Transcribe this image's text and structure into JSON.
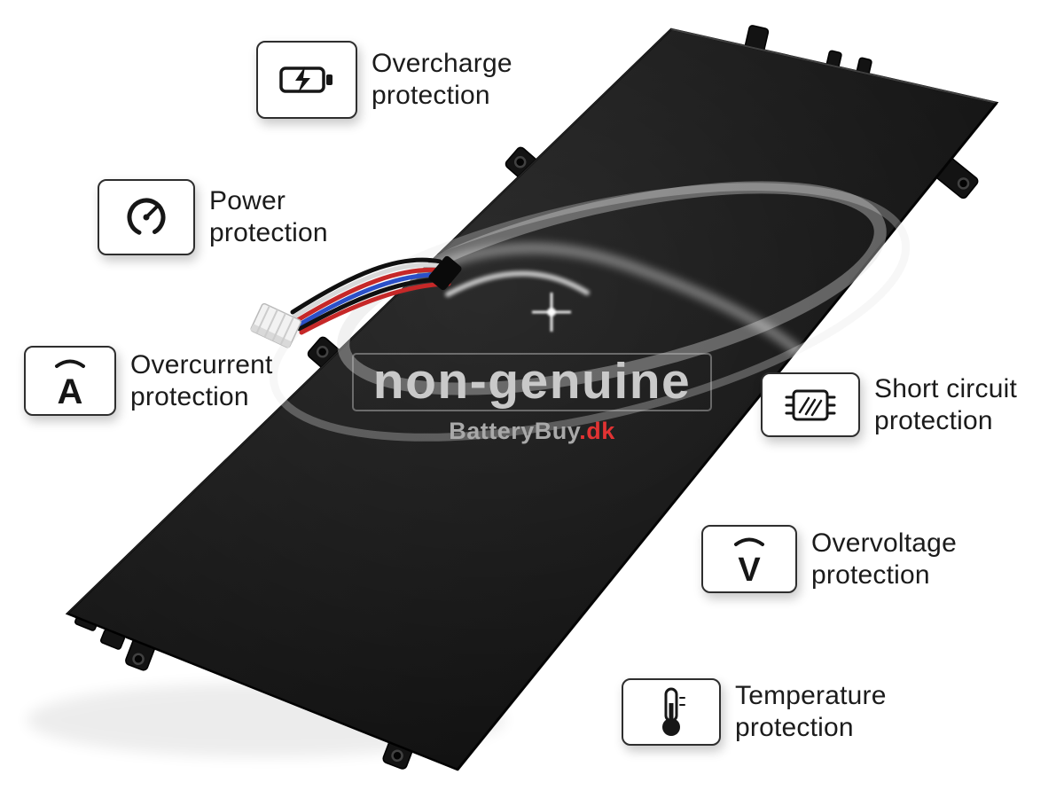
{
  "watermark": {
    "title": "non-genuine",
    "brand": "BatteryBuy",
    "brand_suffix": ".dk"
  },
  "features": [
    {
      "name": "Overcharge protection",
      "line1": "Overcharge",
      "line2": "protection",
      "icon": "battery-charge-icon"
    },
    {
      "name": "Power protection",
      "line1": "Power",
      "line2": "protection",
      "icon": "power-meter-icon"
    },
    {
      "name": "Overcurrent protection",
      "line1": "Overcurrent",
      "line2": "protection",
      "icon": "ampere-icon",
      "glyph": "A"
    },
    {
      "name": "Short circuit protection",
      "line1": "Short circuit",
      "line2": "protection",
      "icon": "chip-icon"
    },
    {
      "name": "Overvoltage protection",
      "line1": "Overvoltage",
      "line2": "protection",
      "icon": "voltage-icon",
      "glyph": "V"
    },
    {
      "name": "Temperature protection",
      "line1": "Temperature",
      "line2": "protection",
      "icon": "thermometer-icon"
    }
  ],
  "colors": {
    "accent_red": "#e23333",
    "battery_body": "#141414",
    "label_text": "#1b1b1b",
    "watermark_gray": "#c9c9c9",
    "badge_border": "#2e2e2e"
  }
}
